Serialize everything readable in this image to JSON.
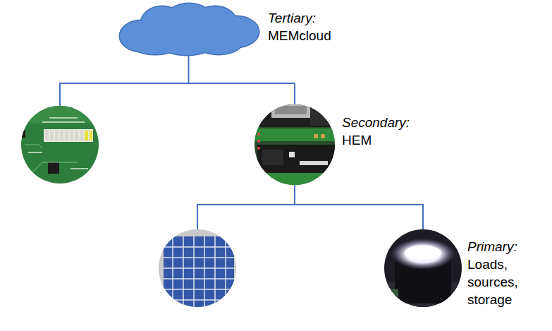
{
  "diagram": {
    "nodes": [
      {
        "text": [
          "Tertiary:",
          "MEMcloud"
        ]
      },
      {
        "text": [
          "Secondary:",
          "HEM"
        ]
      },
      {
        "text": [
          "Primary:",
          "Loads, sources, storage"
        ]
      }
    ],
    "edges": [
      {
        "from": 0,
        "to": 1,
        "arrow": "none"
      },
      {
        "from": 1,
        "to": 2,
        "arrow": "none"
      }
    ]
  }
}
